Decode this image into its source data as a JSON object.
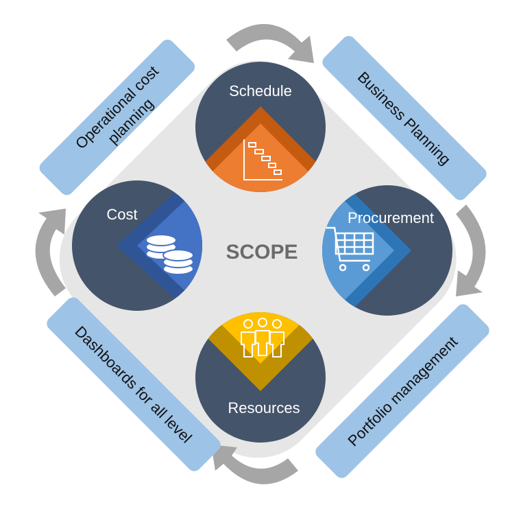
{
  "center": {
    "label": "SCOPE"
  },
  "nodes": {
    "schedule": {
      "label": "Schedule",
      "accent": "#e8772e"
    },
    "cost": {
      "label": "Cost",
      "accent": "#4472c4"
    },
    "procurement": {
      "label": "Procurement",
      "accent": "#5b9bd5"
    },
    "resources": {
      "label": "Resources",
      "accent": "#ffc000"
    }
  },
  "bars": {
    "top_left": "Operational cost",
    "top_left_2": "planning",
    "top_right": "Business Planning",
    "bottom_right": "Portfolio management",
    "bottom_left": "Dashboards for all level"
  },
  "colors": {
    "background_diamond": "#e6e6e6",
    "circle": "#44546a",
    "bar": "#9dc3e6",
    "arrow": "#a6a6a6"
  },
  "icons": {
    "schedule": "gantt-chart-icon",
    "cost": "coins-icon",
    "procurement": "shopping-cart-icon",
    "resources": "people-icon"
  }
}
